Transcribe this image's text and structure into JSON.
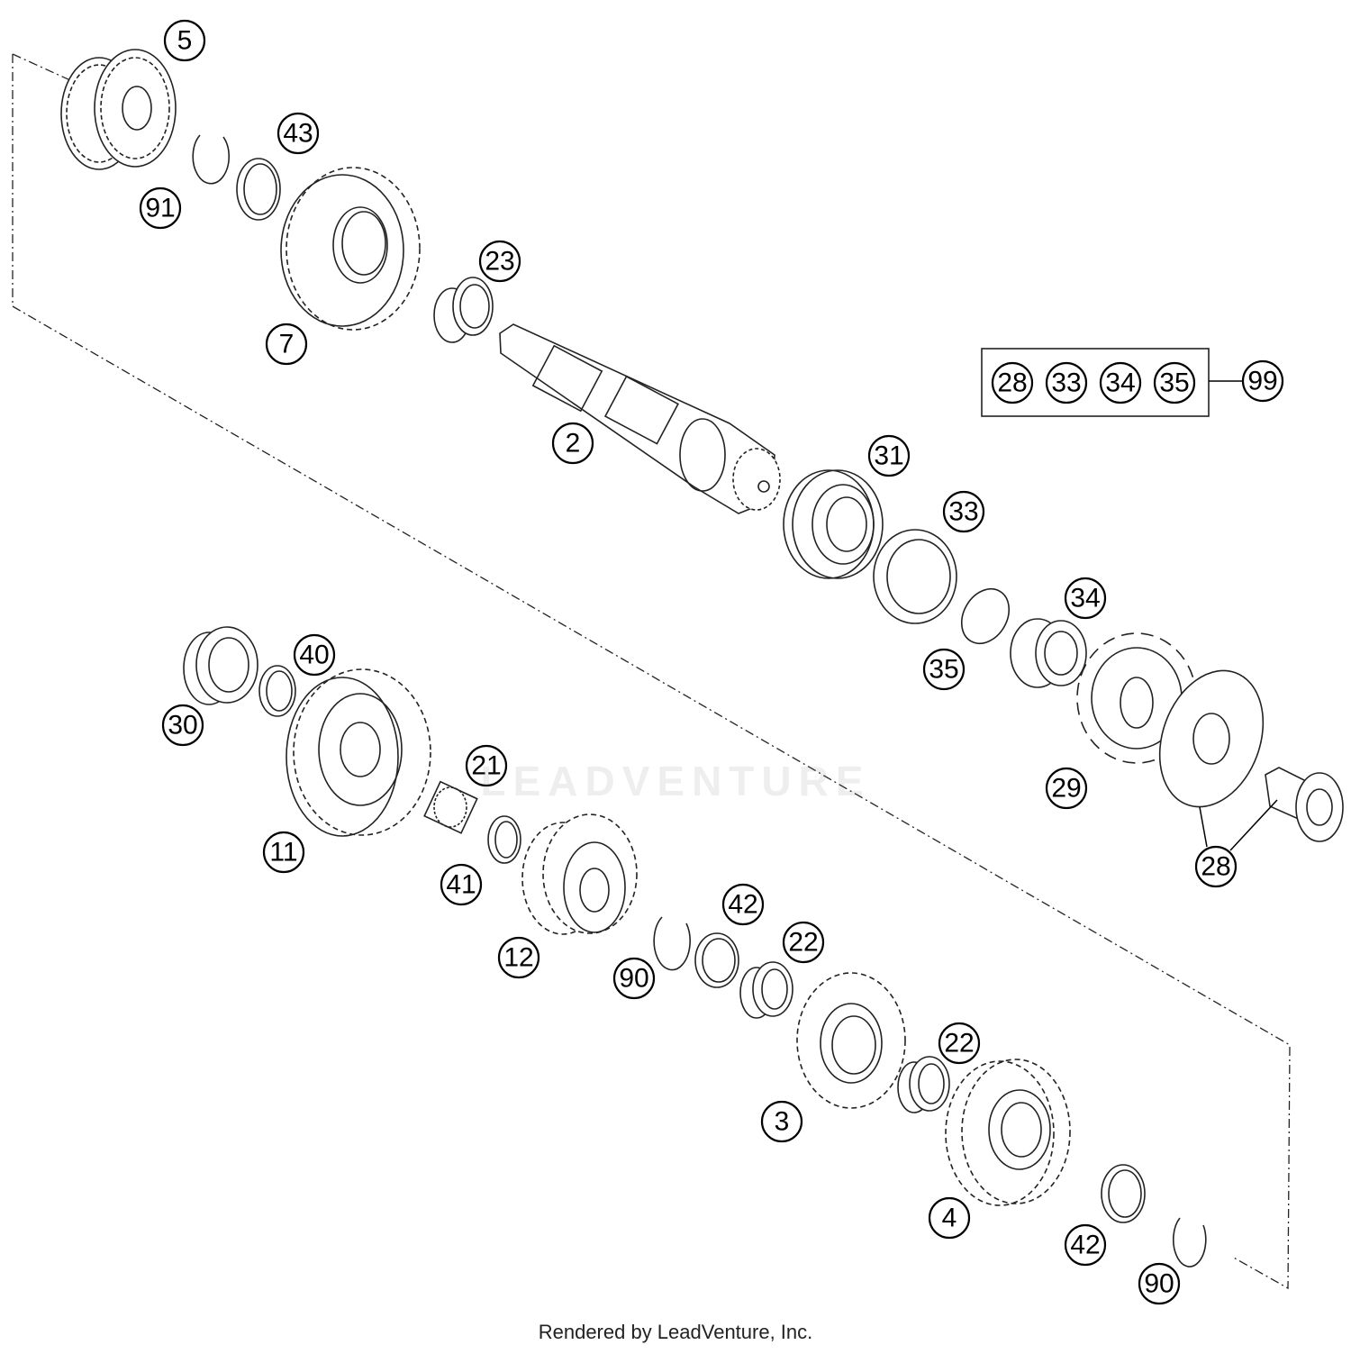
{
  "kit": {
    "members": [
      "28",
      "33",
      "34",
      "35"
    ],
    "label": "99"
  },
  "callouts": [
    "5",
    "43",
    "91",
    "7",
    "23",
    "2",
    "31",
    "33",
    "35",
    "34",
    "29",
    "28",
    "30",
    "40",
    "11",
    "21",
    "41",
    "12",
    "90",
    "42",
    "22",
    "3",
    "22",
    "4",
    "42",
    "90"
  ],
  "watermark": "LEADVENTURE",
  "credit": "Rendered by LeadVenture, Inc."
}
